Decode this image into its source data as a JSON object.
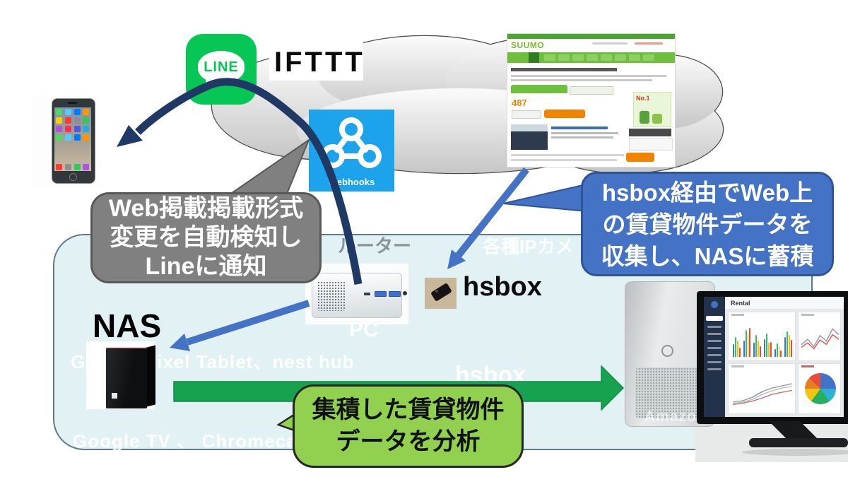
{
  "line_app": {
    "name": "LINE",
    "bg": "#06C755"
  },
  "ifttt": {
    "label": "IFTTT"
  },
  "webhooks": {
    "label": "Webhooks",
    "bg": "#1CA3EC"
  },
  "suumo": {
    "logo": "SUUMO",
    "price": "487",
    "badge": "No.1"
  },
  "bubbles": {
    "gray": {
      "lines": [
        "Web掲載掲載形式",
        "変更を自動検知し",
        "Lineに通知"
      ],
      "fill": "#808080",
      "border": "#595959"
    },
    "blue": {
      "lines": [
        "hsbox経由でWeb上",
        "の賃貸物件データを",
        "収集し、NASに蓄積"
      ],
      "fill": "#4472C4",
      "border": "#2F5597"
    },
    "green": {
      "lines": [
        "集積した賃貸物件",
        "データを分析"
      ],
      "fill": "#92D050",
      "border": "#262626"
    }
  },
  "network_zone": {
    "router_label": "ルーター",
    "pc_label": "PC",
    "ip_camera_label": "各種IPカメ",
    "hsbox_device_label": "hsbox",
    "hsbox_center_label": "hsbox",
    "nas_label": "NAS",
    "tablet_label": "Google Pixel Tablet、nest hub",
    "tv_label": "Google TV 、 Chromecast"
  },
  "arrows": {
    "navy": "#1F3864",
    "blue": "#4472C4",
    "green": "#17A24F",
    "green_border": "#0E8C41"
  },
  "phone": {
    "app_colors": [
      "#4cd964",
      "#5ac8fa",
      "#007aff",
      "#ff9500",
      "#ffcc00",
      "#ff3b30",
      "#8e8e93",
      "#34c759",
      "#af52de",
      "#ff2d55",
      "#5856d6",
      "#2aa9e0"
    ]
  },
  "analysis_pc": {
    "watermark": "Amazo",
    "dashboard": {
      "title": "Rental",
      "bar_chart": {
        "colors": [
          "#4472C4",
          "#2FBF71",
          "#FFC000",
          "#E74C3C"
        ],
        "groups": [
          [
            35,
            55,
            45,
            25
          ],
          [
            45,
            75,
            65,
            80
          ],
          [
            40,
            60,
            45,
            30
          ],
          [
            50,
            65,
            40,
            42
          ],
          [
            22,
            38,
            28,
            18
          ],
          [
            55,
            70,
            60,
            48
          ]
        ]
      },
      "line_chart": {
        "color": "#9aa3ab",
        "color2": "#E74C3C",
        "points": [
          35,
          50,
          30,
          60,
          45,
          78,
          62
        ]
      },
      "trend_chart": {
        "colors": [
          "#8f979e",
          "#b5bcc2",
          "#c0706a"
        ],
        "series": [
          [
            20,
            24,
            34,
            50,
            60,
            66,
            72
          ],
          [
            16,
            20,
            28,
            42,
            52,
            60,
            64
          ],
          [
            13,
            17,
            23,
            32,
            42,
            48,
            53
          ]
        ]
      },
      "pie_chart": {
        "slices": [
          25,
          15,
          20,
          15,
          12,
          13
        ],
        "colors": [
          "#4472C4",
          "#31B0D5",
          "#27AE60",
          "#F1C40F",
          "#E67E22",
          "#E74C3C"
        ]
      }
    }
  }
}
